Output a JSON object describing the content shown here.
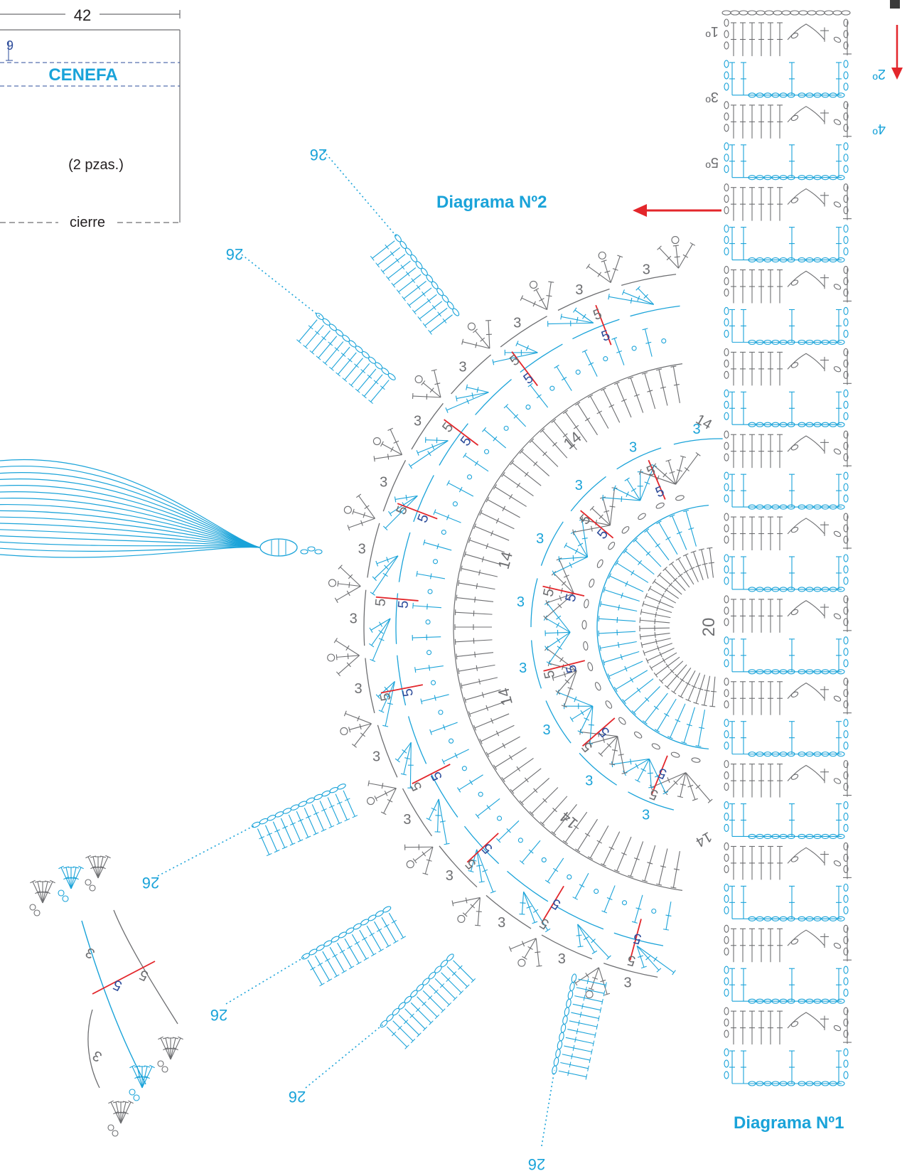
{
  "colors": {
    "grey": "#6d6e71",
    "blue": "#1aa3d9",
    "navy": "#2e4d9b",
    "red": "#e3262b",
    "black": "#231f20"
  },
  "schematic": {
    "width_label": "42",
    "depth_label": "9",
    "band_label": "CENEFA",
    "pieces_label": "(2 pzas.)",
    "closure_label": "cierre"
  },
  "titles": {
    "diagram2": "Diagrama Nº2",
    "diagram1": "Diagrama Nº1"
  },
  "row_labels": [
    "1º",
    "2º",
    "3º",
    "4º",
    "5º"
  ],
  "chain_counts": {
    "center": "20",
    "inner_ring": [
      "14",
      "14",
      "14",
      "14",
      "14",
      "14"
    ],
    "tassel_chains": [
      "26",
      "26",
      "26",
      "26",
      "26",
      "26"
    ],
    "five": "5",
    "three": "3"
  },
  "icons": [
    "arrow-left-icon",
    "arrow-down-icon",
    "tassel-icon"
  ]
}
